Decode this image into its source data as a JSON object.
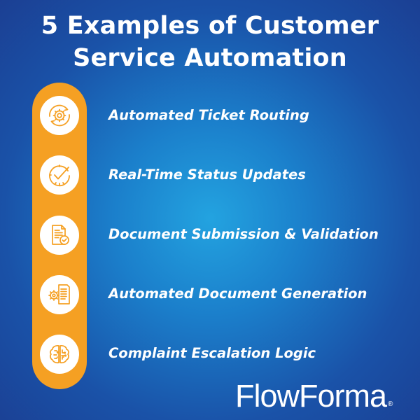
{
  "title": {
    "line1": "5 Examples of Customer",
    "line2": "Service Automation"
  },
  "items": [
    {
      "label": "Automated Ticket Routing",
      "icon": "gear-icon"
    },
    {
      "label": "Real-Time Status Updates",
      "icon": "check-clock-icon"
    },
    {
      "label": "Document Submission & Validation",
      "icon": "document-check-icon"
    },
    {
      "label": "Automated Document Generation",
      "icon": "document-gear-icon"
    },
    {
      "label": "Complaint Escalation Logic",
      "icon": "brain-circuit-icon"
    }
  ],
  "brand": {
    "name": "FlowForma",
    "mark": "®"
  },
  "colors": {
    "accent": "#f5a023",
    "background_center": "#23a3e0",
    "background_edge": "#1b3f93",
    "text": "#ffffff"
  }
}
